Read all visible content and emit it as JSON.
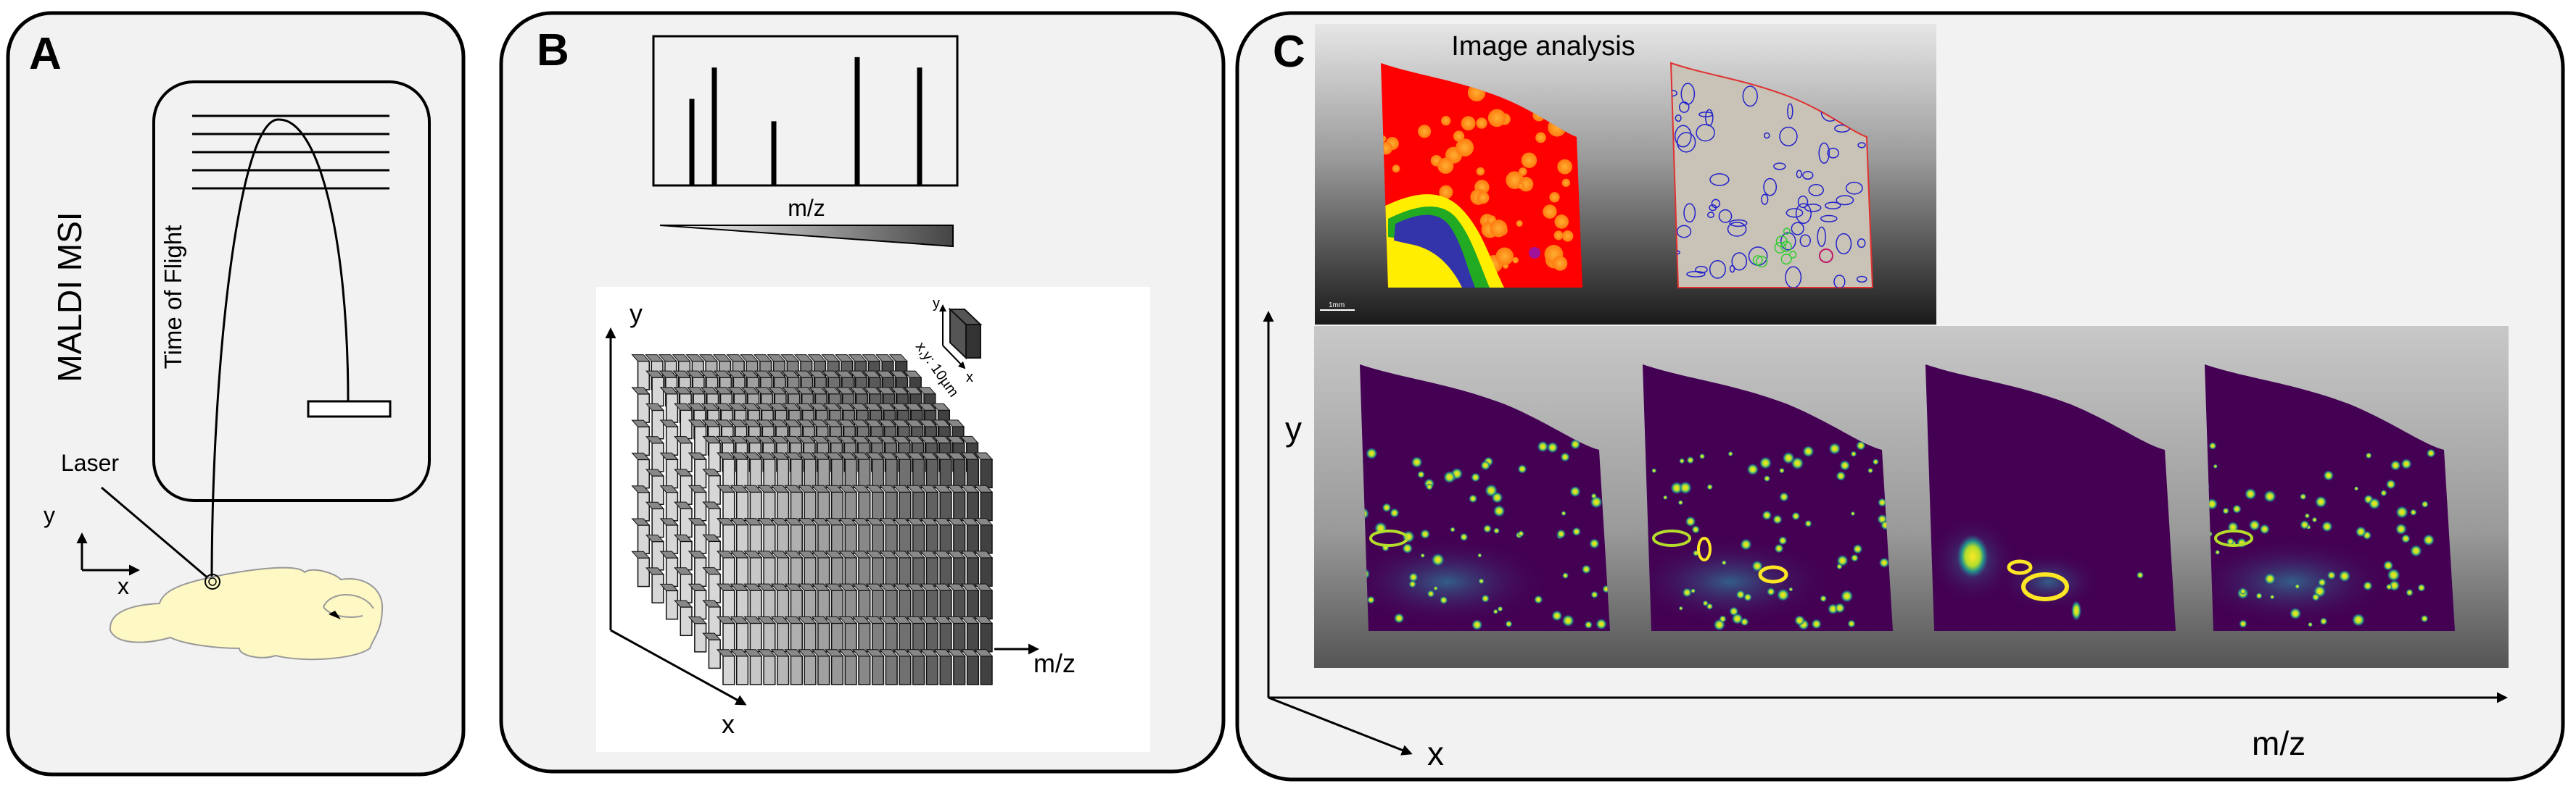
{
  "panel_a": {
    "letter": "A",
    "title": "MALDI MSI",
    "tof_label": "Time of Flight",
    "laser_label": "Laser",
    "axis_y": "y",
    "axis_x": "x",
    "colors": {
      "brain": "#fdf8c4"
    }
  },
  "panel_b": {
    "letter": "B",
    "spectrum_xlabel": "m/z",
    "spectrum_peaks": [
      0.58,
      0.79,
      0.43,
      0.86,
      0.79
    ],
    "cube_axis_y": "y",
    "cube_axis_x": "x",
    "cube_axis_mz": "m/z",
    "voxel_axis_y": "y",
    "voxel_axis_x": "x",
    "voxel_size": "x,y: 10µm"
  },
  "panel_c": {
    "letter": "C",
    "analysis_title": "Image analysis",
    "scale_bar": "1mm",
    "axis_y": "y",
    "axis_x": "x",
    "axis_mz": "m/z",
    "colors": {
      "viridis_bg": "#440154",
      "viridis_mid": "#21918c",
      "viridis_hi": "#fde725",
      "cluster_red": "#ff0000"
    }
  }
}
